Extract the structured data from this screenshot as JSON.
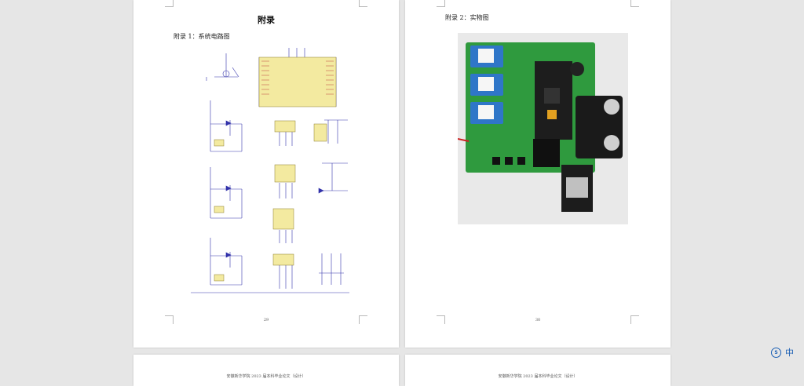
{
  "page29": {
    "title": "附录",
    "caption": "附录 1：系统电路图",
    "page_number": "29"
  },
  "page30": {
    "caption": "附录 2：实物图",
    "page_number": "30"
  },
  "page31": {
    "header": "安徽新华学院 2023 届本科毕业论文（设计）"
  },
  "page32": {
    "header": "安徽新华学院 2023 届本科毕业论文（设计）"
  },
  "ime_indicator": {
    "icon": "ime-logo-icon",
    "label": "中"
  },
  "colors": {
    "background": "#e6e6e6",
    "page": "#ffffff",
    "schematic_wire": "#3333aa",
    "schematic_component": "#f3eaa0",
    "pcb_green": "#2f9a3e"
  }
}
